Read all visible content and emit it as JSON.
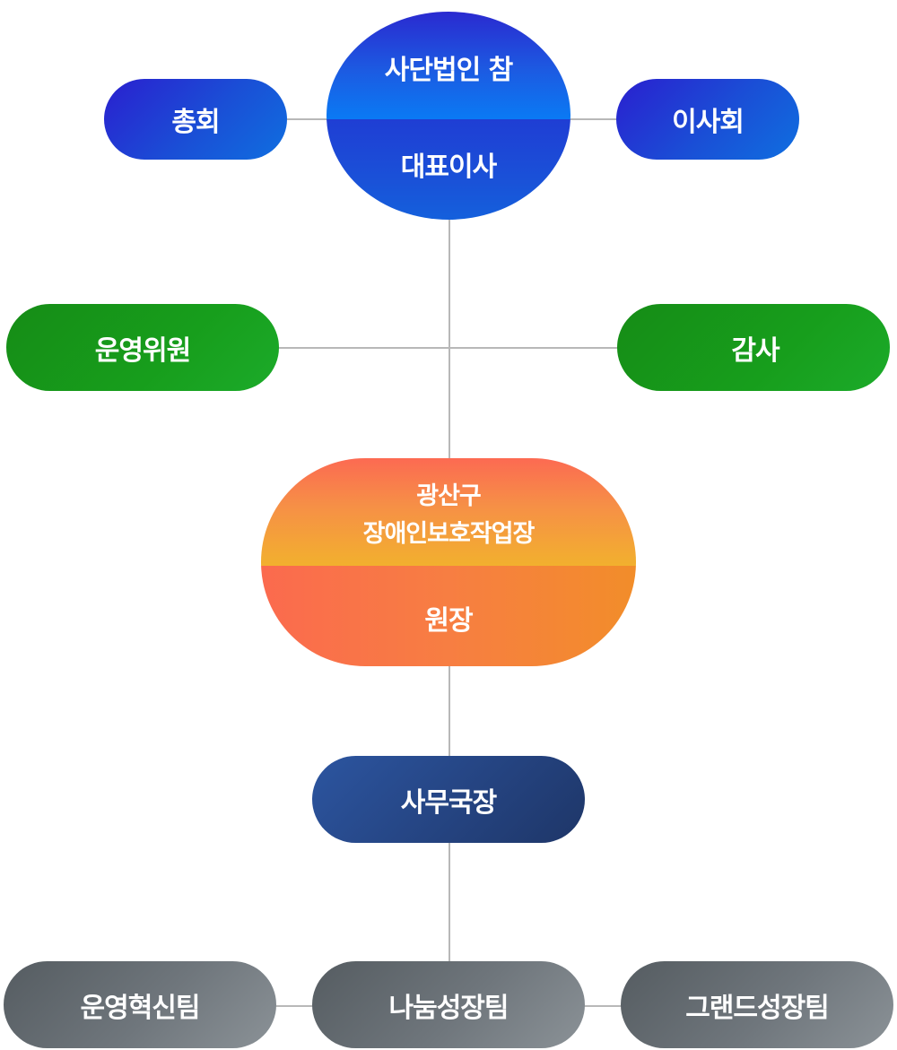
{
  "top": {
    "line1": "사단법인 참",
    "line2": "대표이사"
  },
  "left_top": {
    "label": "총회"
  },
  "right_top": {
    "label": "이사회"
  },
  "left_mid": {
    "label": "운영위원"
  },
  "right_mid": {
    "label": "감사"
  },
  "center": {
    "line1": "광산구",
    "line2": "장애인보호작업장",
    "line3": "원장"
  },
  "office": {
    "label": "사무국장"
  },
  "teams": [
    {
      "label": "운영혁신팀"
    },
    {
      "label": "나눔성장팀"
    },
    {
      "label": "그랜드성장팀"
    }
  ],
  "colors": {
    "blue": "#1a4fd6",
    "green": "#179e1c",
    "orange": "#f77e42",
    "navy": "#24427e",
    "gray": "#6f767c",
    "connector": "#b8b8b8"
  }
}
